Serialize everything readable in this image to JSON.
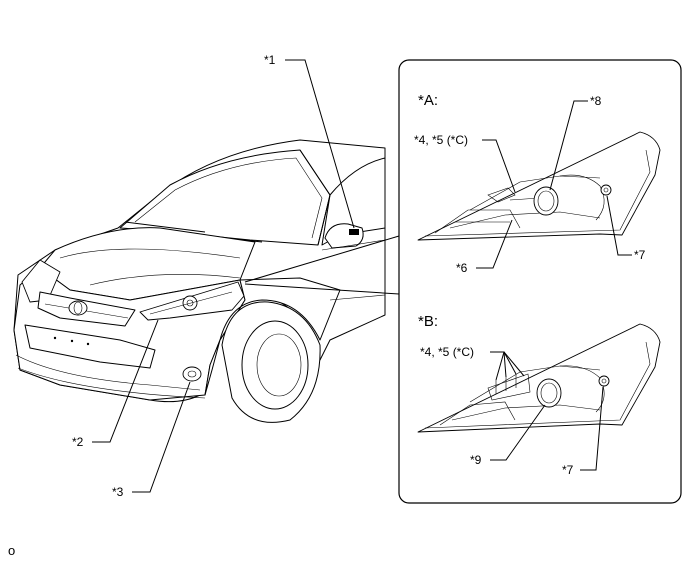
{
  "labels": {
    "c1": "*1",
    "c2": "*2",
    "c3": "*3",
    "a_title": "*A:",
    "a_c45": "*4, *5 (*C)",
    "a_c6": "*6",
    "a_c7": "*7",
    "a_c8": "*8",
    "b_title": "*B:",
    "b_c45": "*4, *5 (*C)",
    "b_c7": "*7",
    "b_c9": "*9",
    "footer": "o"
  }
}
